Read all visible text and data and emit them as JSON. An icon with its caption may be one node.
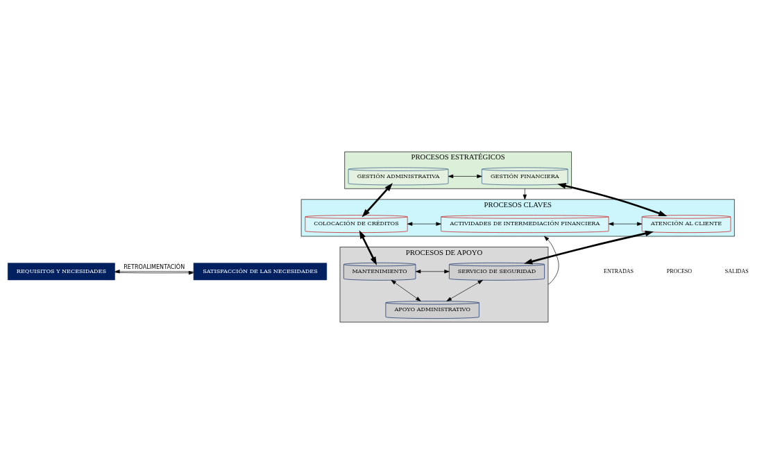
{
  "diagram": {
    "nodes": [
      {
        "text": [
          "REQUISITOS Y NECESIDADES"
        ]
      },
      {
        "text": [
          "SATISFACCIÓN DE LAS NECESIDADES"
        ]
      },
      {
        "text": [
          "PROCESOS ESTRATÉGICOS"
        ]
      },
      {
        "text": [
          "GESTIÓN ADMINISTRATIVA"
        ],
        "in": 2
      },
      {
        "text": [
          "GESTIÓN FINANCIERA"
        ],
        "in": 2
      },
      {
        "text": [
          "PROCESOS CLAVES"
        ]
      },
      {
        "text": [
          "COLOCACIÓN DE CRÉDITOS"
        ],
        "in": 5
      },
      {
        "text": [
          "ACTIVIDADES DE INTERMEDIACIÓN FINANCIERA"
        ],
        "in": 5
      },
      {
        "text": [
          "ATENCIÓN AL CLIENTE"
        ],
        "in": 5
      },
      {
        "text": [
          "PROCESOS DE APOYO"
        ]
      },
      {
        "text": [
          "MANTENIMIENTO"
        ],
        "in": 9
      },
      {
        "text": [
          "SERVICIO DE SEGURIDAD"
        ],
        "in": 9
      },
      {
        "text": [
          "APOYO ADMINISTRATIVO"
        ],
        "in": 9
      }
    ],
    "edges": [
      {
        "from": 1,
        "to": 0,
        "arrow": "to",
        "label": "RETROALIMENTACIÓN"
      },
      {
        "from": 0,
        "to": 1,
        "arrow": "to"
      },
      {
        "from": 3,
        "to": 4,
        "arrow": "both"
      },
      {
        "from": 2,
        "to": 5,
        "arrow": "to"
      },
      {
        "from": 3,
        "to": 6,
        "arrow": "both",
        "style": "thick"
      },
      {
        "from": 4,
        "to": 8,
        "arrow": "both",
        "style": "thick"
      },
      {
        "from": 6,
        "to": 7,
        "arrow": "both"
      },
      {
        "from": 7,
        "to": 8,
        "arrow": "both"
      },
      {
        "from": 6,
        "to": 10,
        "arrow": "both",
        "style": "thick"
      },
      {
        "from": 8,
        "to": 11,
        "arrow": "both",
        "style": "thick"
      },
      {
        "from": 9,
        "to": 5,
        "arrow": "to"
      },
      {
        "from": 10,
        "to": 11,
        "arrow": "both"
      },
      {
        "from": 10,
        "to": 12,
        "arrow": "both"
      },
      {
        "from": 11,
        "to": 12,
        "arrow": "both"
      }
    ],
    "labels": [
      "ENTRADAS",
      "PROCESO",
      "SALIDAS"
    ]
  }
}
